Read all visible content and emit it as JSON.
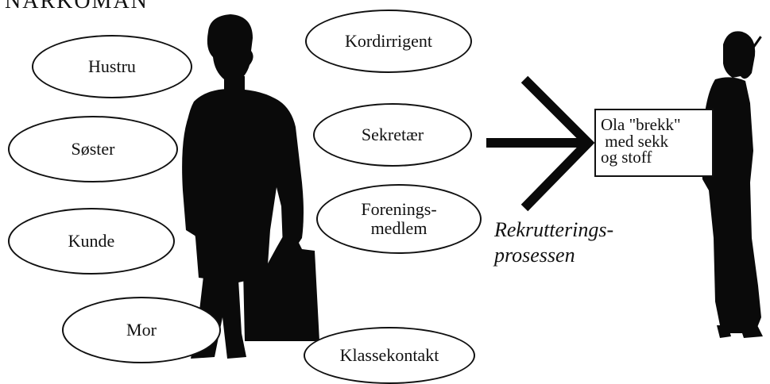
{
  "title": "NARKOMAN",
  "roles": {
    "hustru": "Hustru",
    "soster": "Søster",
    "kunde": "Kunde",
    "mor": "Mor",
    "kordirrigent": "Kordirrigent",
    "sekretaer": "Sekretær",
    "forenings_line1": "Forenings-",
    "forenings_line2": "medlem",
    "klassekontakt": "Klassekontakt"
  },
  "process_caption": {
    "line1": "Rekrutterings-",
    "line2": "prosessen"
  },
  "addict_label": {
    "line1": "Ola \"brekk\"",
    "line2": " med sekk",
    "line3": "og stoff"
  }
}
